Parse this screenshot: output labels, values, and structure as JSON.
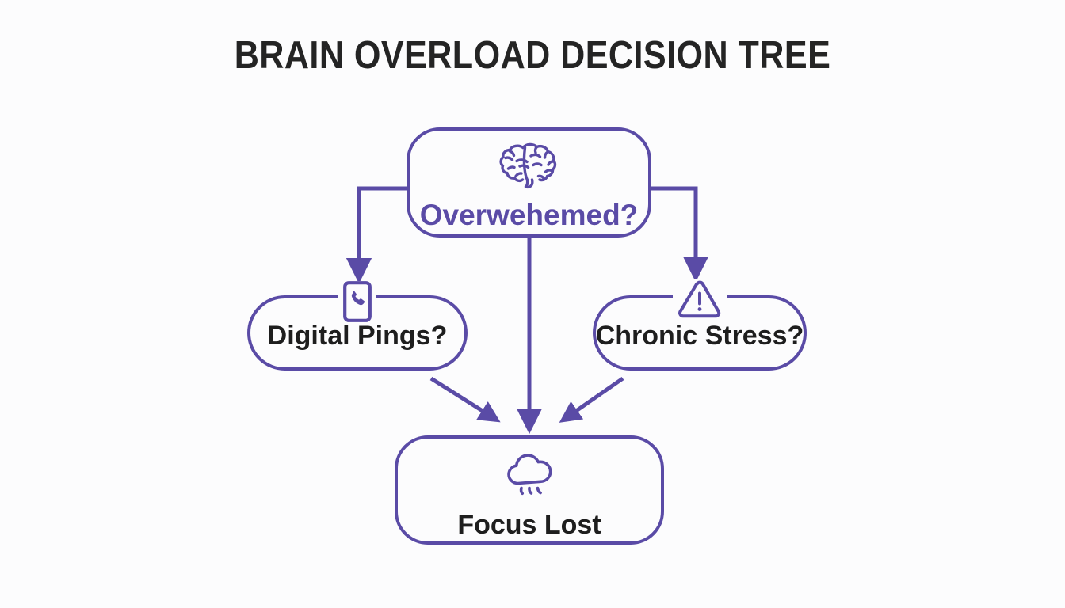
{
  "page": {
    "title": "BRAIN OVERLOAD DECISION TREE",
    "background_color": "#fcfcfd",
    "accent_color": "#5a4ba6",
    "text_color": "#1e1e1e"
  },
  "diagram": {
    "type": "decision-tree",
    "nodes": [
      {
        "id": "root",
        "label": "Overwehemed?",
        "icon": "brain-icon",
        "label_color": "#5a4ba6"
      },
      {
        "id": "left",
        "label": "Digital Pings?",
        "icon": "phone-icon",
        "label_color": "#1e1e1e"
      },
      {
        "id": "right",
        "label": "Chronic Stress?",
        "icon": "warning-triangle-icon",
        "label_color": "#1e1e1e"
      },
      {
        "id": "bottom",
        "label": "Focus Lost",
        "icon": "rain-cloud-icon",
        "label_color": "#1e1e1e"
      }
    ],
    "edges": [
      {
        "from": "root",
        "to": "left",
        "style": "elbow-left-down"
      },
      {
        "from": "root",
        "to": "right",
        "style": "elbow-right-down"
      },
      {
        "from": "root",
        "to": "bottom",
        "style": "straight-down"
      },
      {
        "from": "left",
        "to": "bottom",
        "style": "diagonal-down-right"
      },
      {
        "from": "right",
        "to": "bottom",
        "style": "diagonal-down-left"
      }
    ]
  }
}
